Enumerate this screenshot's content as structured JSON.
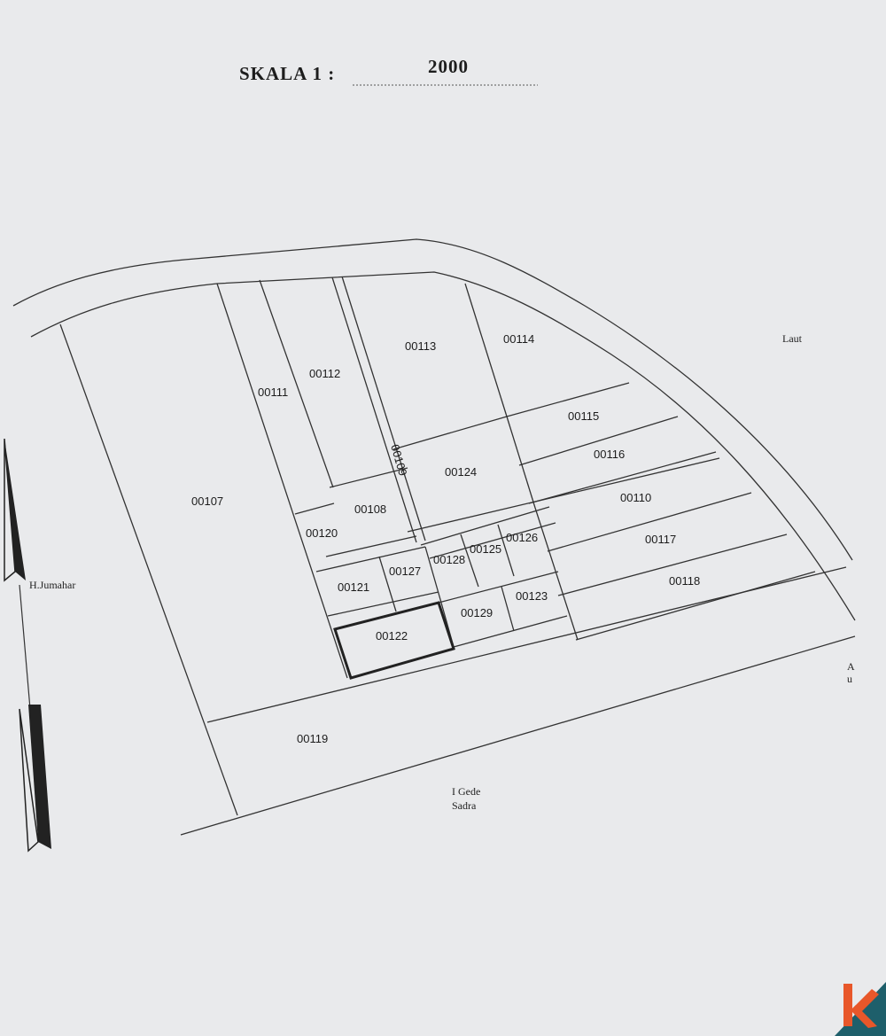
{
  "scale": {
    "label": "SKALA 1 :",
    "value": "2000"
  },
  "parcels": [
    {
      "id": "00107"
    },
    {
      "id": "00111"
    },
    {
      "id": "00112"
    },
    {
      "id": "00113"
    },
    {
      "id": "00114"
    },
    {
      "id": "00115"
    },
    {
      "id": "00116"
    },
    {
      "id": "00124"
    },
    {
      "id": "00110"
    },
    {
      "id": "00108"
    },
    {
      "id": "00120"
    },
    {
      "id": "00126"
    },
    {
      "id": "00125"
    },
    {
      "id": "00128"
    },
    {
      "id": "00127"
    },
    {
      "id": "00121"
    },
    {
      "id": "00117"
    },
    {
      "id": "00118"
    },
    {
      "id": "00123"
    },
    {
      "id": "00129"
    },
    {
      "id": "00122",
      "highlighted": true
    },
    {
      "id": "00119"
    }
  ],
  "road_label": "00109",
  "neighbors": {
    "east": "Laut",
    "west": "H.Jumahar",
    "south_line1": "I Gede",
    "south_line2": "Sadra",
    "right_edge": "A",
    "right_edge2": "u"
  },
  "colors": {
    "paper": "#e9eaec",
    "ink": "#222222",
    "logo_bg": "#1e5f6b",
    "logo_accent": "#e8572a"
  },
  "icons": [
    "north-arrow-icon",
    "brand-logo-icon"
  ]
}
